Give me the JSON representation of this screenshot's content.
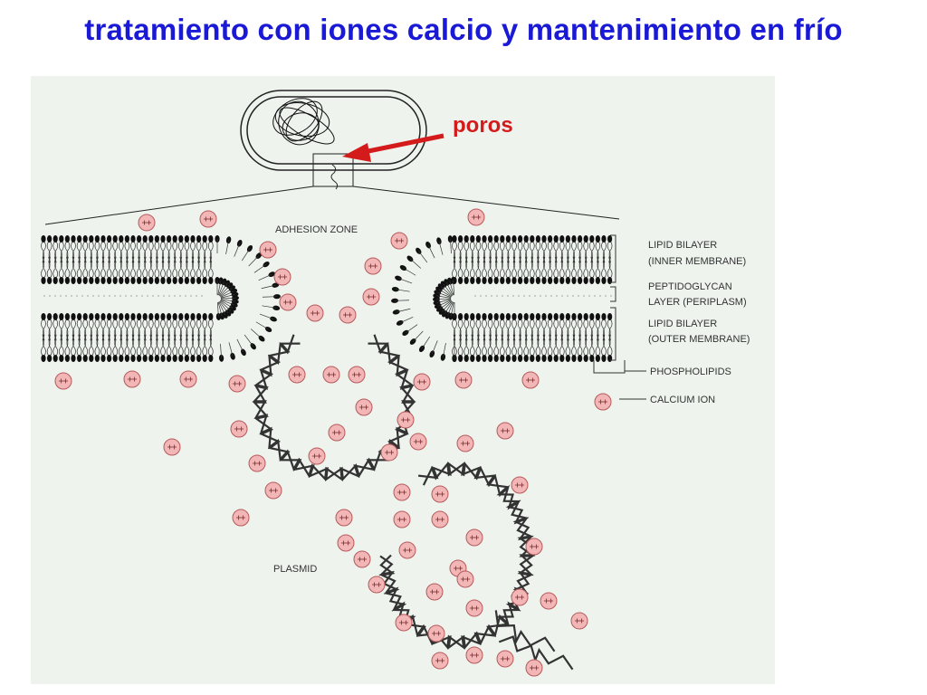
{
  "title": "tratamiento con iones calcio y mantenimiento en frío",
  "annotation": {
    "poros": "poros",
    "arrow_color": "#d41b1b"
  },
  "labels": {
    "adhesion_zone": "ADHESION ZONE",
    "lipid_bilayer_inner_1": "LIPID BILAYER",
    "lipid_bilayer_inner_2": "(INNER MEMBRANE)",
    "peptidoglycan_1": "PEPTIDOGLYCAN",
    "peptidoglycan_2": "LAYER (PERIPLASM)",
    "lipid_bilayer_outer_1": "LIPID BILAYER",
    "lipid_bilayer_outer_2": "(OUTER MEMBRANE)",
    "phospholipids": "PHOSPHOLIPIDS",
    "calcium_ion": "CALCIUM ION",
    "plasmid": "PLASMID"
  },
  "colors": {
    "title": "#1a1ad6",
    "panel_bg": "#eef3ee",
    "ion_fill": "#f2b6b6",
    "ion_stroke": "#b65a5a",
    "ink": "#111111"
  }
}
